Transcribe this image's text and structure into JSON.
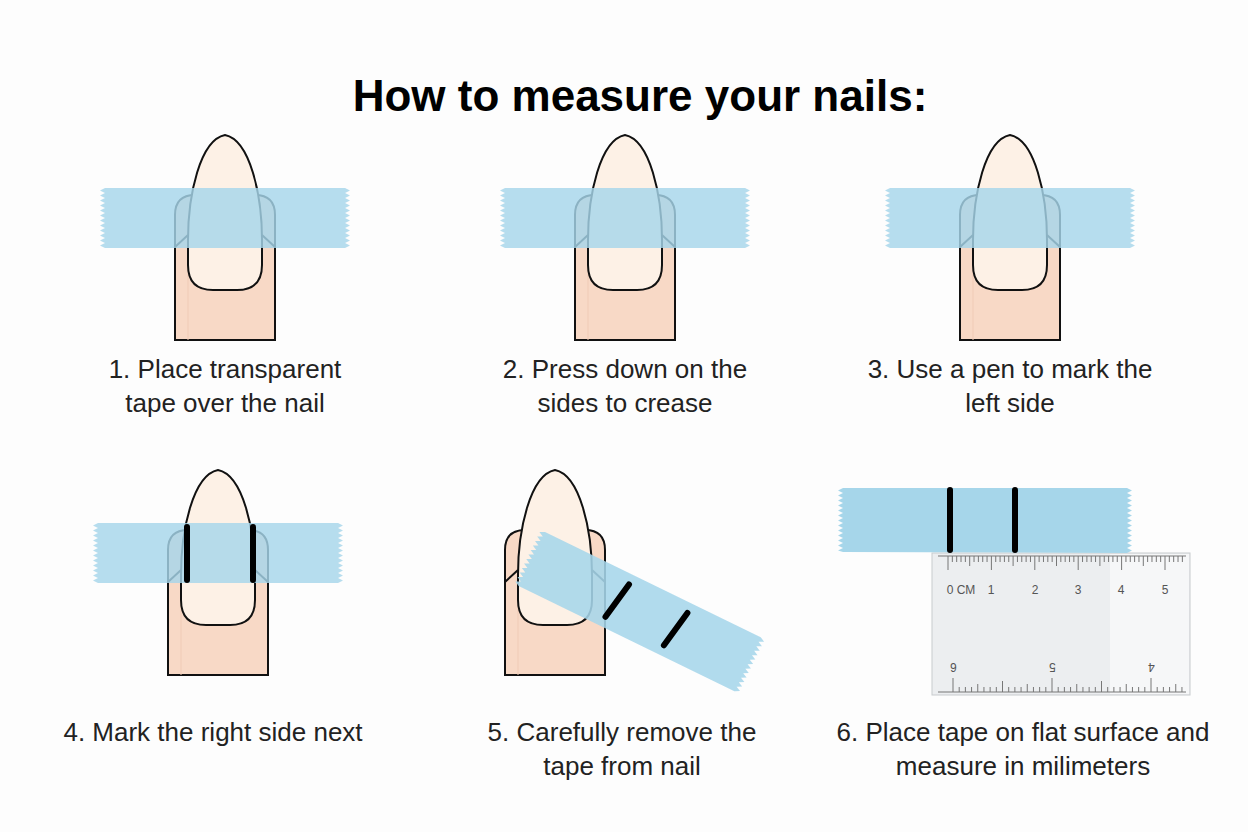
{
  "diagram": {
    "title": "How to measure your nails:",
    "labels": [
      "1. Place transparent tape over the nail",
      "2. Press down on the sides to crease",
      "3. Use a pen to mark the left side",
      "4. Mark the right side next",
      "5. Carefully remove the tape from nail",
      "6. Place tape on flat surface and measure in milimeters",
      "0 CM",
      "1",
      "2",
      "3",
      "4",
      "5",
      "6",
      "5",
      "4"
    ]
  }
}
